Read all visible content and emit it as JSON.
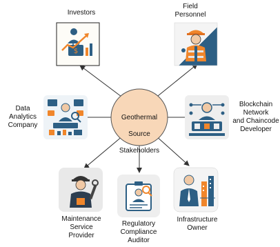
{
  "hub": {
    "line1": "Geothermal",
    "line2": "Source",
    "line3": "Stakeholders"
  },
  "stakeholders": [
    {
      "id": "investors",
      "label": "Investors",
      "icon": "investor-icon"
    },
    {
      "id": "field-personnel",
      "label": "Field\nPersonnel",
      "icon": "field-worker-icon"
    },
    {
      "id": "data-analytics",
      "label": "Data\nAnalytics\nCompany",
      "icon": "data-analyst-icon"
    },
    {
      "id": "blockchain",
      "label": "Blockchain\nNetwork\nand Chaincode\nDeveloper",
      "icon": "blockchain-developer-icon"
    },
    {
      "id": "maintenance",
      "label": "Maintenance\nService\nProvider",
      "icon": "maintenance-technician-icon"
    },
    {
      "id": "regulatory",
      "label": "Regulatory\nCompliance\nAuditor",
      "icon": "compliance-auditor-icon"
    },
    {
      "id": "infrastructure",
      "label": "Infrastructure\nOwner",
      "icon": "infrastructure-owner-icon"
    }
  ],
  "colors": {
    "hub_fill": "#f8d7b8",
    "hub_stroke": "#555555",
    "arrow": "#333333",
    "icon_blue": "#2d5f84",
    "icon_orange": "#f0862b"
  }
}
